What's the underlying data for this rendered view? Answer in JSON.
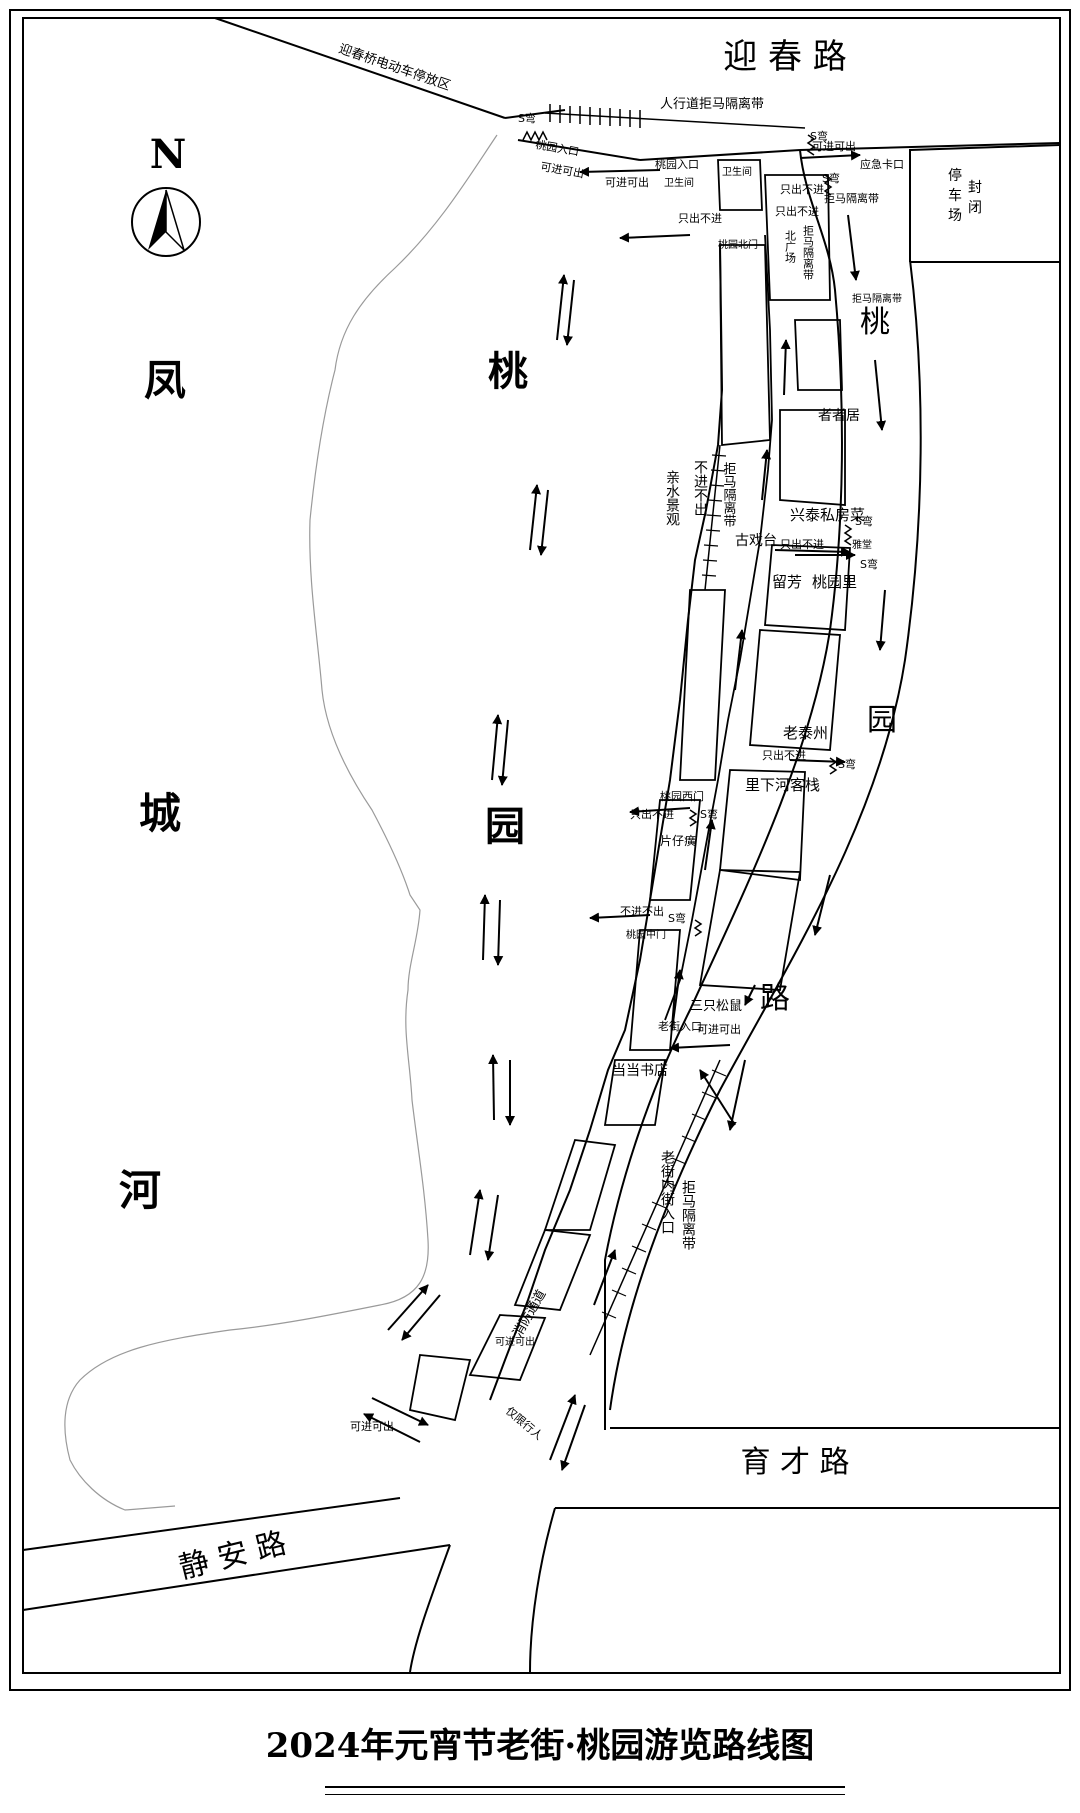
{
  "title": "2024年元宵节老街·桃园游览路线图",
  "compass": {
    "label": "N"
  },
  "colors": {
    "ink": "#000000",
    "river_outline": "#9a9a9a",
    "paper": "#ffffff"
  },
  "roads": {
    "yingchun": "迎 春 路",
    "yucai": "育 才 路",
    "jingan": "静 安 路",
    "taoyuan": [
      "桃",
      "园",
      "路"
    ],
    "river": [
      "凤",
      "城",
      "河"
    ],
    "park": [
      "桃",
      "园"
    ]
  },
  "labels": {
    "ebike_parking": "迎春桥电动车停放区",
    "pedestrian_barrier_top": "人行道拒马隔离带",
    "s_bend": "S弯",
    "peach_garden_entrance_1": "桃园入口",
    "peach_garden_entrance_2": "桃园入口",
    "in_out_1": "可进可出",
    "in_out_2": "可进可出",
    "in_out_3": "可进可出",
    "in_out_4": "可进可出",
    "in_out_5": "可进可出",
    "in_out_6": "可进可出",
    "toilet_1": "卫生间",
    "toilet_2": "卫生间",
    "emergency_post": "应急卡口",
    "parking_closed_a": "停",
    "parking_closed_b": "车",
    "parking_closed_c": "场",
    "parking_closed_d": "封",
    "parking_closed_e": "闭",
    "exit_only_1": "只出不进",
    "exit_only_2": "只出不进",
    "exit_only_3": "只出不进",
    "exit_only_4": "只出不进",
    "exit_only_5": "只出不进",
    "exit_only_6": "只出不进",
    "no_entry_exit": "不进不出",
    "barrier_strip": "拒马隔离带",
    "north_gate": "桃园北门",
    "north_square": "北广场",
    "barrier_vertical": "拒马隔离带",
    "barrier_vertical_2": "拒马隔离带",
    "zhezhe_ju": "者者居",
    "xingtai": "兴泰私房菜",
    "waterfront": "亲水景观",
    "ancient_stage": "古戏台",
    "liufang": "留芳",
    "taoyuanli": "桃园里",
    "laotaizhou": "老泰州",
    "lixiahe_inn": "里下河客栈",
    "west_gate": "桃园西门",
    "pianzi_zhen": "片仔癀",
    "middle_gate": "桃园中门",
    "three_squirrels": "三只松鼠",
    "old_street_entrance": "老街入口",
    "dangdang_books": "当当书店",
    "old_street_inner_entrance": "老街内街入口",
    "fire_lane": "消防通道",
    "pedestrians_only": "仅限行人",
    "zhudian_sign": "雅堂"
  }
}
